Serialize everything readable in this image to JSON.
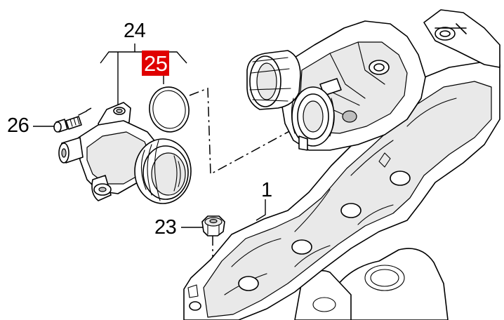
{
  "labels": {
    "part_1": "1",
    "part_23": "23",
    "part_24": "24",
    "part_25": "25",
    "part_26": "26"
  },
  "colors": {
    "highlight": "#e00000",
    "highlight_text": "#ffffff",
    "line": "#000000"
  }
}
